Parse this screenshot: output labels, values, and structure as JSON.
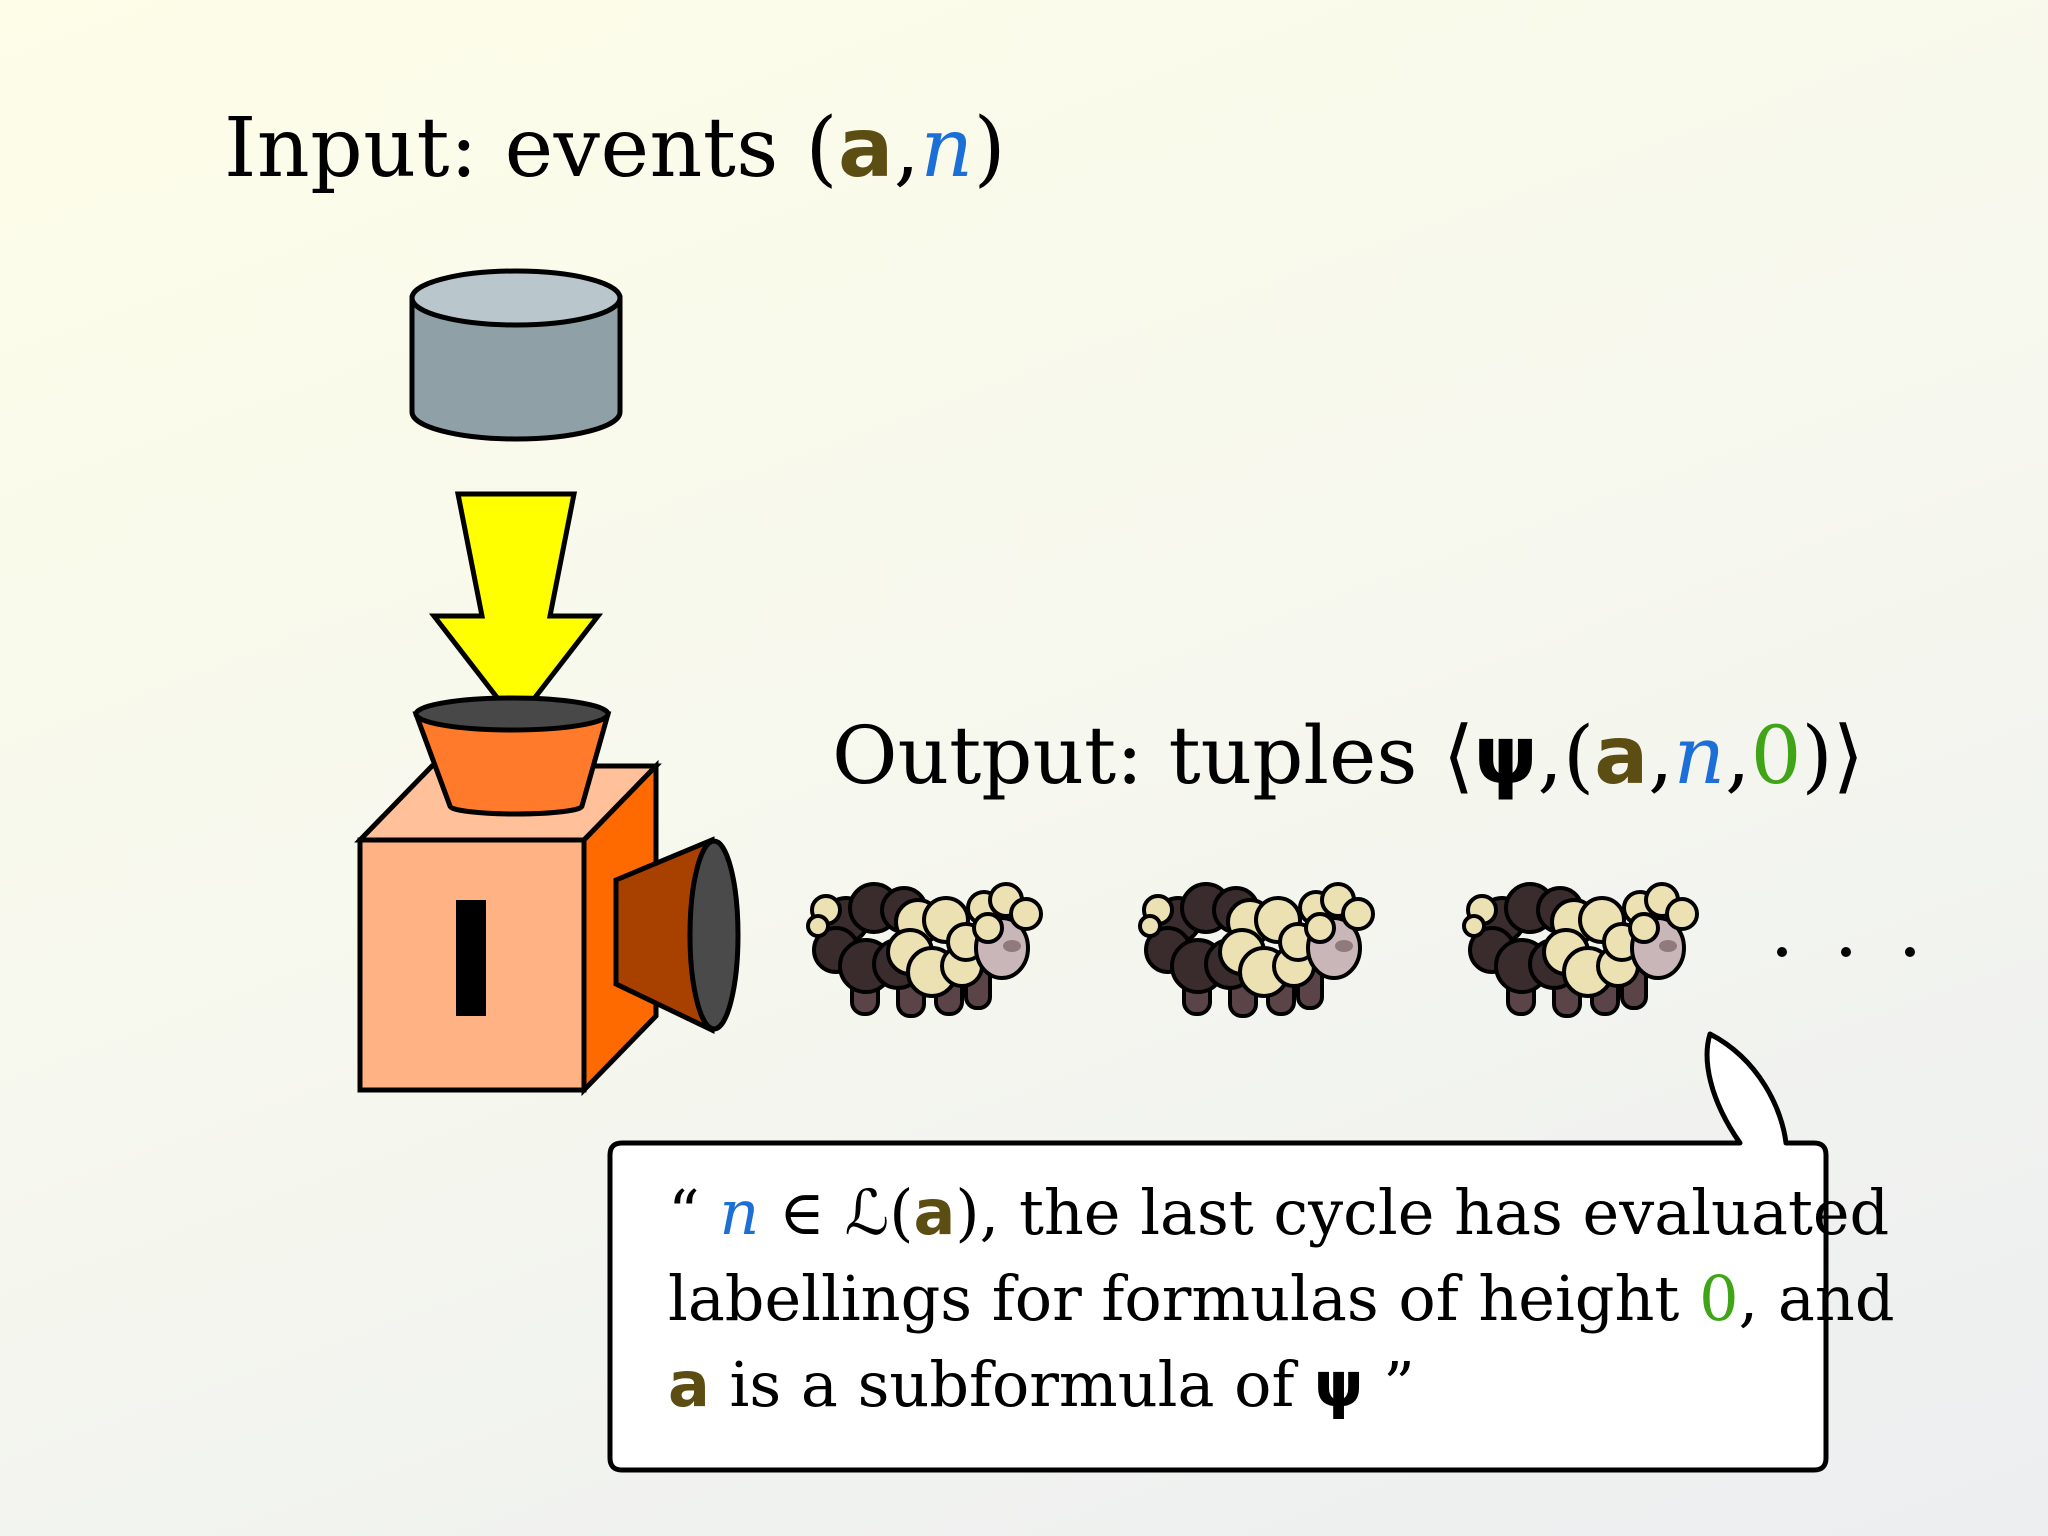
{
  "input_title": {
    "prefix": "Input: events (",
    "var_a": "a",
    "comma": ",",
    "var_n": "n",
    "suffix": ")"
  },
  "output_title": {
    "prefix": "Output: tuples ⟨",
    "psi": "ψ",
    "mid": ",(",
    "var_a": "a",
    "comma1": ",",
    "var_n": "n",
    "comma2": ",",
    "zero": "0",
    "suffix": ")⟩"
  },
  "ellipsis": "· · ·",
  "bubble": {
    "line1_open_quote": "“ ",
    "line1_n": "n",
    "line1_in": " ∈ ℒ(",
    "line1_a": "a",
    "line1_rest": "), the last cycle has evaluated",
    "line2_prefix": "labellings for formulas of height ",
    "line2_zero": "0",
    "line2_suffix": ", and",
    "line3_a": "a",
    "line3_mid": " is a subformula of ",
    "line3_psi": "ψ",
    "line3_close_quote": " ”"
  },
  "colors": {
    "a": "#5c4d12",
    "n": "#1c6fd6",
    "zero": "#3fa517",
    "arrow": "#ffff00",
    "machine_front": "#ffb385",
    "machine_side": "#ff6a00",
    "hopper": "#ff7a2a",
    "cylinder": "#8fa1a7",
    "wool_light": "#ece1b3",
    "wool_dark": "#3a2c2c"
  },
  "icons": [
    "database-cylinder-icon",
    "down-arrow-icon",
    "machine-icon",
    "sheep-icon"
  ]
}
